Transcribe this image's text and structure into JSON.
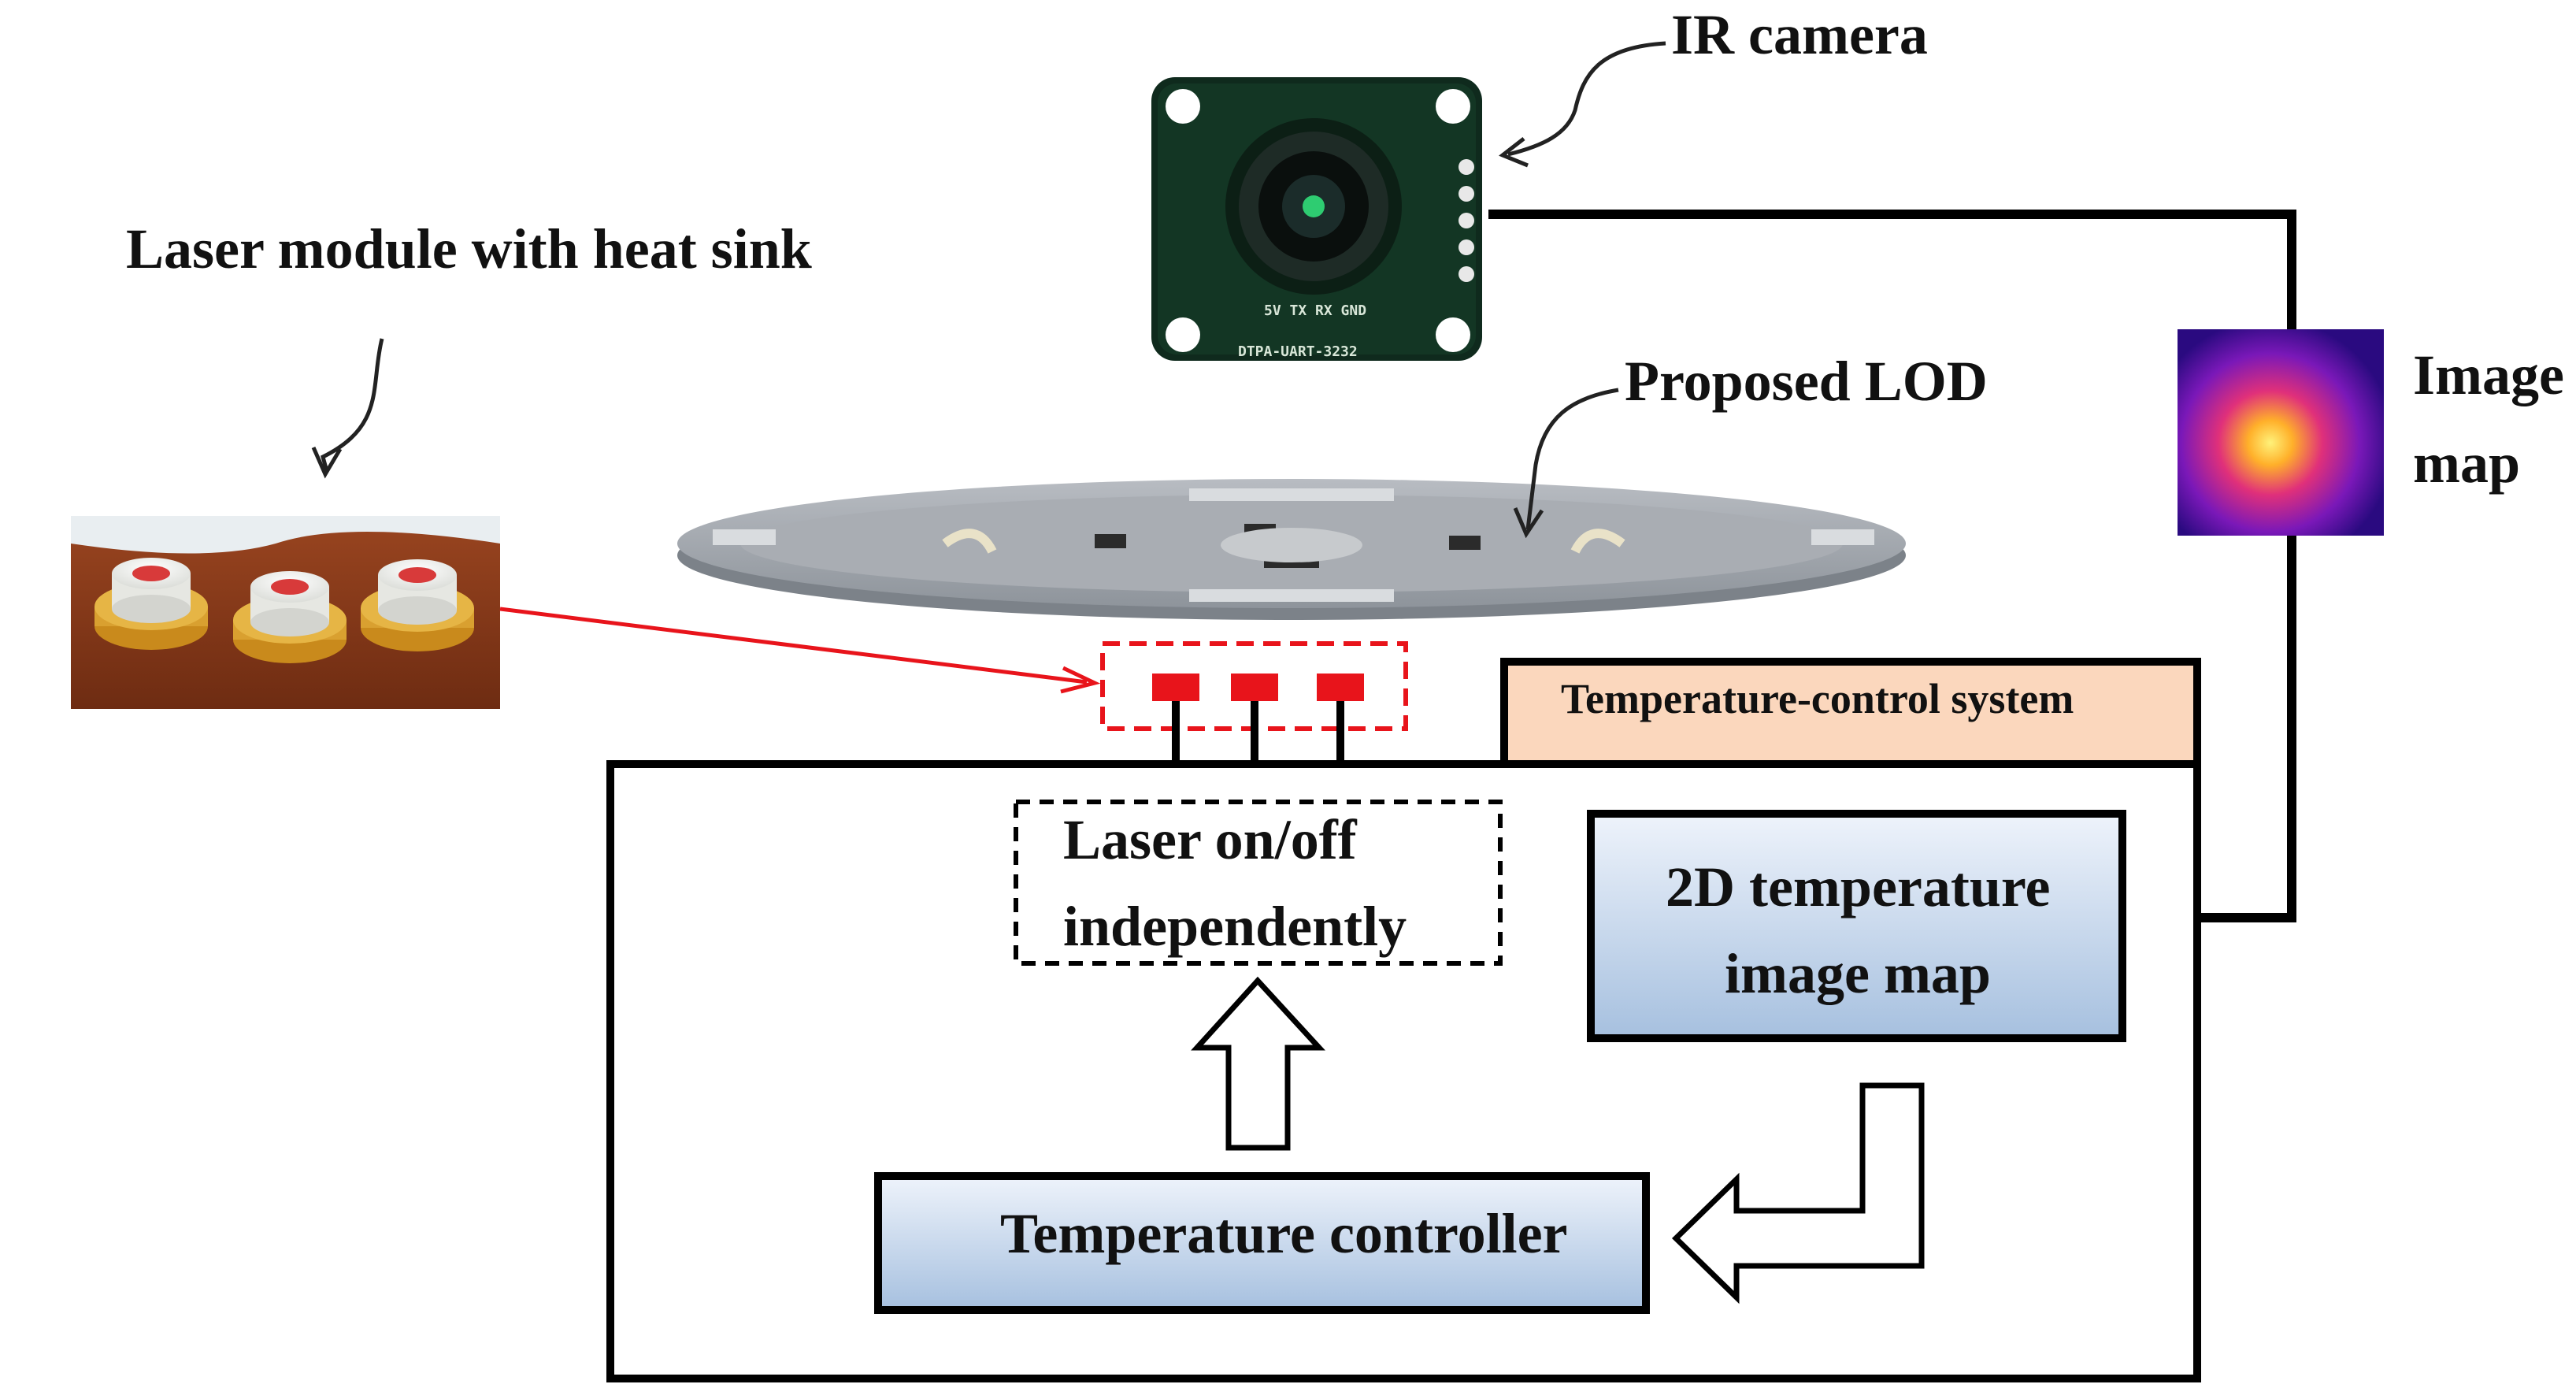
{
  "labels": {
    "laser_module": "Laser module with heat sink",
    "ir_camera": "IR camera",
    "proposed_lod": "Proposed LOD",
    "image_map_line1": "Image",
    "image_map_line2": "map",
    "temp_control_system": "Temperature-control system",
    "laser_onoff_line1": "Laser on/off",
    "laser_onoff_line2": "independently",
    "temp_image_map_line1": "2D temperature",
    "temp_image_map_line2": "image map",
    "temp_controller": "Temperature controller"
  },
  "camera_board": {
    "pins": "5V TX RX GND",
    "model": "DTPA-UART-3232"
  },
  "colors": {
    "laser_red": "#e8141b",
    "header_fill": "#fbd7bd",
    "box_fill_top": "#e6eefa",
    "box_fill_bottom": "#a9c3e1",
    "line_black": "#000000",
    "board_green": "#0f2a1d",
    "heatsink_brown": "#8a3a1a"
  }
}
